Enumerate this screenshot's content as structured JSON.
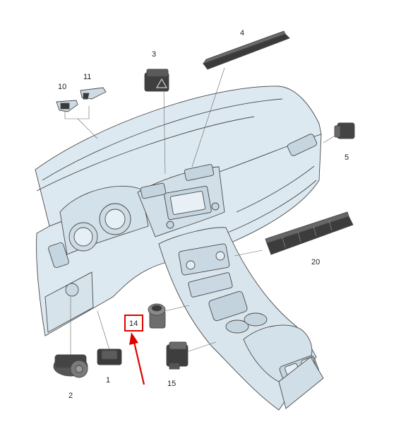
{
  "diagram": {
    "accent_color": "#e00000",
    "part_fill_color": "#dde9f0",
    "part_stroke_color": "#4a4a4a",
    "callouts": {
      "c1": "1",
      "c2": "2",
      "c3": "3",
      "c4": "4",
      "c5": "5",
      "c10": "10",
      "c11": "11",
      "c14": "14",
      "c15": "15",
      "c20": "20"
    },
    "highlighted_callout": "14"
  }
}
